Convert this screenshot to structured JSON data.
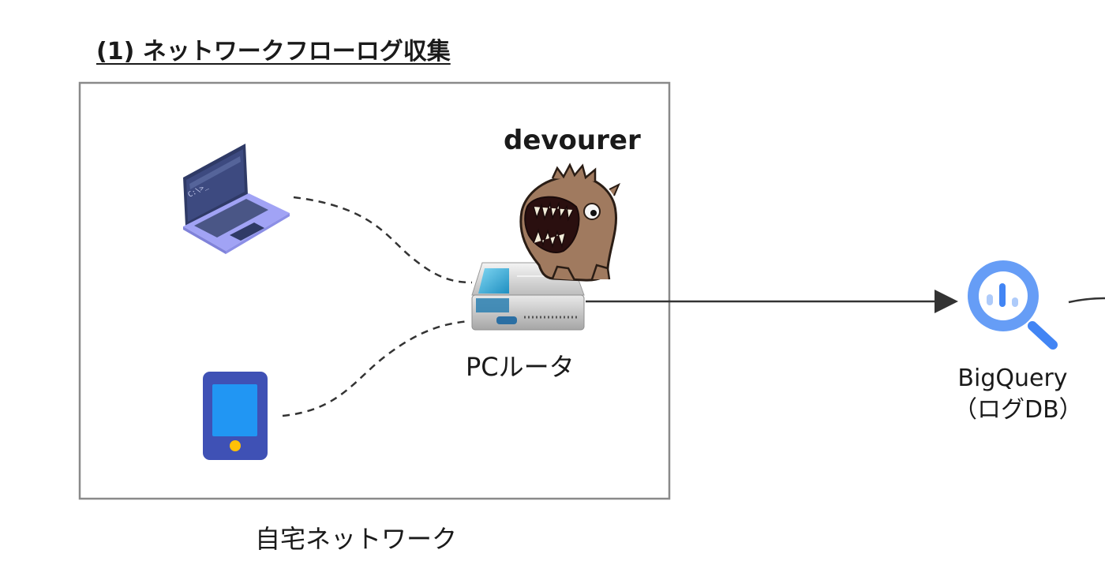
{
  "section_title": "(1) ネットワークフローログ収集",
  "network_box": {
    "label": "自宅ネットワーク"
  },
  "router": {
    "mascot_label": "devourer",
    "label": "PCルータ"
  },
  "bigquery": {
    "name": "BigQuery",
    "subtitle": "（ログDB）"
  },
  "icons": {
    "laptop": "laptop-icon",
    "smartphone": "smartphone-icon",
    "router": "router-icon",
    "mascot": "devourer-mascot-icon",
    "bigquery": "bigquery-icon"
  },
  "colors": {
    "laptop_screen": "#3d4a80",
    "laptop_base": "#a1a3f5",
    "phone_body": "#3f51b5",
    "phone_screen": "#2196f3",
    "phone_button": "#ffc107",
    "bigquery_blue": "#4285f4",
    "box_border": "#8a8a8a",
    "connector": "#333333"
  }
}
